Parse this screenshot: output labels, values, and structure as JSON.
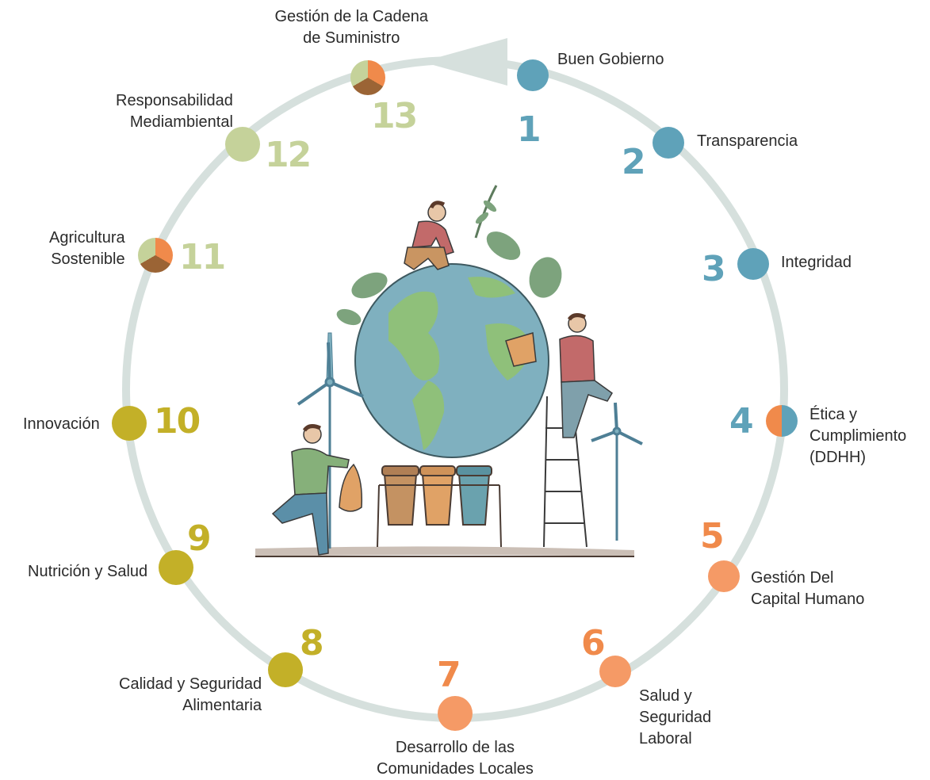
{
  "colors": {
    "ring": "#d6e0dd",
    "governance": "#5fa2b9",
    "social": "#f59a66",
    "social_number": "#f08a4b",
    "product": "#c3b028",
    "environment": "#c5d29a",
    "environment_dark": "#9b6435",
    "text": "#2b2b2b"
  },
  "cycle": {
    "items": [
      {
        "number": "1",
        "lines": [
          "Buen Gobierno"
        ],
        "group": "blue",
        "icon": "circle-icon"
      },
      {
        "number": "2",
        "lines": [
          "Transparencia"
        ],
        "group": "blue",
        "icon": "circle-icon"
      },
      {
        "number": "3",
        "lines": [
          "Integridad"
        ],
        "group": "blue",
        "icon": "circle-icon"
      },
      {
        "number": "4",
        "lines": [
          "Ética y",
          "Cumplimiento",
          "(DDHH)"
        ],
        "group": "blue",
        "icon": "half-circle-icon"
      },
      {
        "number": "5",
        "lines": [
          "Gestión Del",
          "Capital Humano"
        ],
        "group": "orange",
        "icon": "circle-icon"
      },
      {
        "number": "6",
        "lines": [
          "Salud y",
          "Seguridad",
          "Laboral"
        ],
        "group": "orange",
        "icon": "circle-icon"
      },
      {
        "number": "7",
        "lines": [
          "Desarrollo de las",
          "Comunidades Locales"
        ],
        "group": "orange",
        "icon": "circle-icon"
      },
      {
        "number": "8",
        "lines": [
          "Calidad y Seguridad",
          "Alimentaria"
        ],
        "group": "olive",
        "icon": "circle-icon"
      },
      {
        "number": "9",
        "lines": [
          "Nutrición y Salud"
        ],
        "group": "olive",
        "icon": "circle-icon"
      },
      {
        "number": "10",
        "lines": [
          "Innovación"
        ],
        "group": "olive",
        "icon": "circle-icon"
      },
      {
        "number": "11",
        "lines": [
          "Agricultura",
          "Sostenible"
        ],
        "group": "sage",
        "icon": "tri-pie-icon"
      },
      {
        "number": "12",
        "lines": [
          "Responsabilidad",
          "Mediambiental"
        ],
        "group": "sage",
        "icon": "circle-icon"
      },
      {
        "number": "13",
        "lines": [
          "Gestión de la Cadena",
          "de Suministro"
        ],
        "group": "sage",
        "icon": "tri-pie-icon"
      }
    ]
  },
  "illustration": {
    "icon": "sustainability-globe-illustration"
  }
}
